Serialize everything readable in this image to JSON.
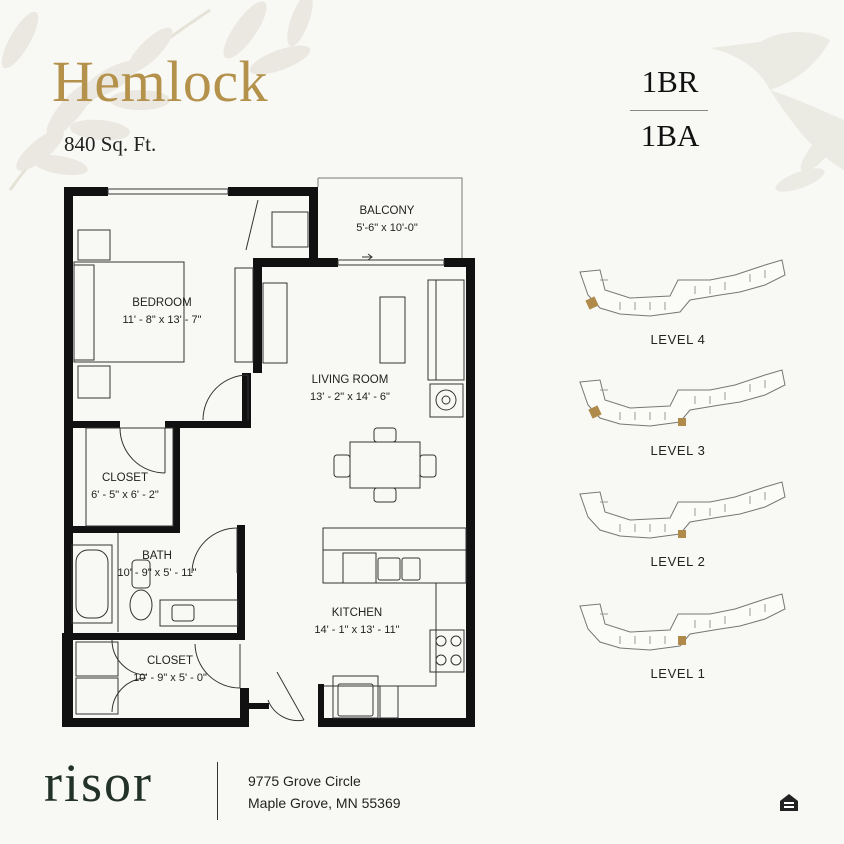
{
  "plan": {
    "name": "Hemlock",
    "sqft": "840 Sq. Ft.",
    "bedrooms": "1BR",
    "baths": "1BA"
  },
  "rooms": {
    "balcony": {
      "name": "BALCONY",
      "dims": "5'-6\" x 10'-0\""
    },
    "bedroom": {
      "name": "BEDROOM",
      "dims": "11' - 8\" x 13' - 7\""
    },
    "living": {
      "name": "LIVING ROOM",
      "dims": "13' - 2\" x 14' - 6\""
    },
    "closet1": {
      "name": "CLOSET",
      "dims": "6' - 5\" x 6' - 2\""
    },
    "bath": {
      "name": "BATH",
      "dims": "10' - 9\" x 5' - 11\""
    },
    "kitchen": {
      "name": "KITCHEN",
      "dims": "14' - 1\" x 13' - 11\""
    },
    "closet2": {
      "name": "CLOSET",
      "dims": "10' - 9\" x 5' - 0\""
    }
  },
  "levels": [
    {
      "label": "LEVEL 4",
      "highlighted": true
    },
    {
      "label": "LEVEL 3",
      "highlighted": true
    },
    {
      "label": "LEVEL 2",
      "highlighted": true
    },
    {
      "label": "LEVEL 1",
      "highlighted": true
    }
  ],
  "brand": {
    "logo": "risor",
    "address_line1": "9775 Grove Circle",
    "address_line2": "Maple Grove, MN 55369"
  },
  "icons": {
    "equal_housing": "equal-housing-opportunity-icon",
    "leaves": "leaf-decoration-icon",
    "bird": "hummingbird-decoration-icon"
  },
  "colors": {
    "background": "#f8f8f4",
    "title_gold": "#b5924c",
    "wall": "#111111",
    "level_highlight": "#b08a4a",
    "brand_green": "#22322a"
  }
}
